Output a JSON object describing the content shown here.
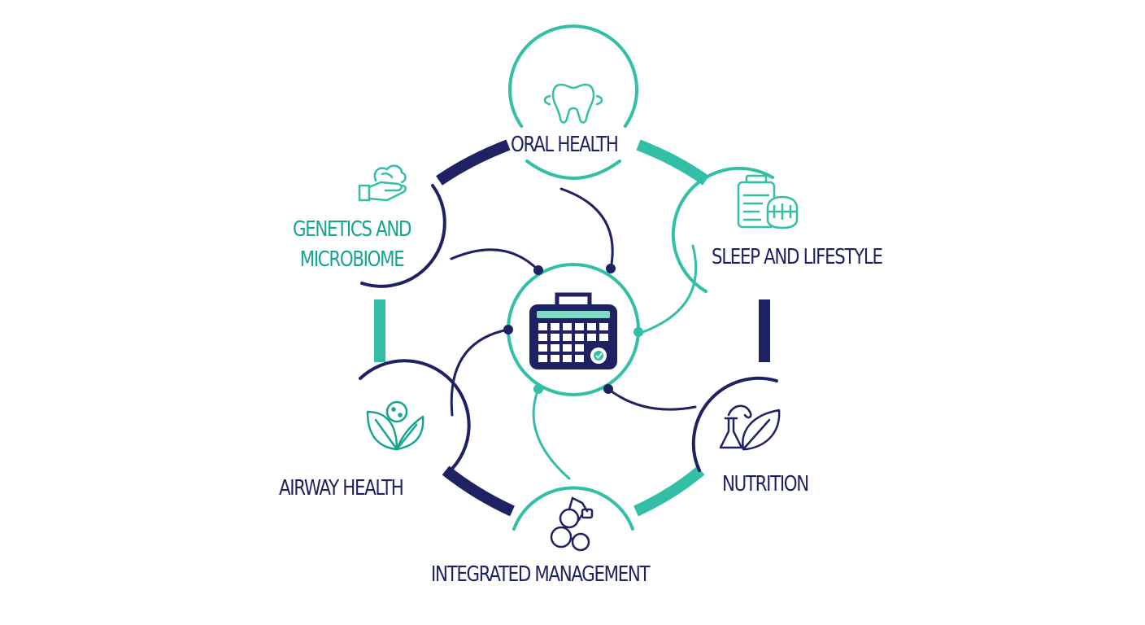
{
  "diagram": {
    "center": {
      "icon": "calendar-icon"
    },
    "nodes": [
      {
        "id": "oral-health",
        "label": "ORAL HEALTH",
        "icon": "tooth-icon"
      },
      {
        "id": "sleep-and-lifestyle",
        "label": "SLEEP AND LIFESTYLE",
        "icon": "supplement-jar-icon"
      },
      {
        "id": "nutrition",
        "label": "NUTRITION",
        "icon": "flask-leaf-icon"
      },
      {
        "id": "integrated-management",
        "label": "INTEGRATED MANAGEMENT",
        "icon": "connected-circles-icon"
      },
      {
        "id": "airway-health",
        "label": "AIRWAY HEALTH",
        "icon": "leaves-icon"
      },
      {
        "id": "genetics-and-microbiome",
        "label_lines": [
          "GENETICS AND",
          "MICROBIOME"
        ],
        "icon": "hand-care-icon"
      }
    ]
  },
  "colors": {
    "navy": "#1f2262",
    "teal": "#33bfa6",
    "teal_text": "#17a48e"
  }
}
